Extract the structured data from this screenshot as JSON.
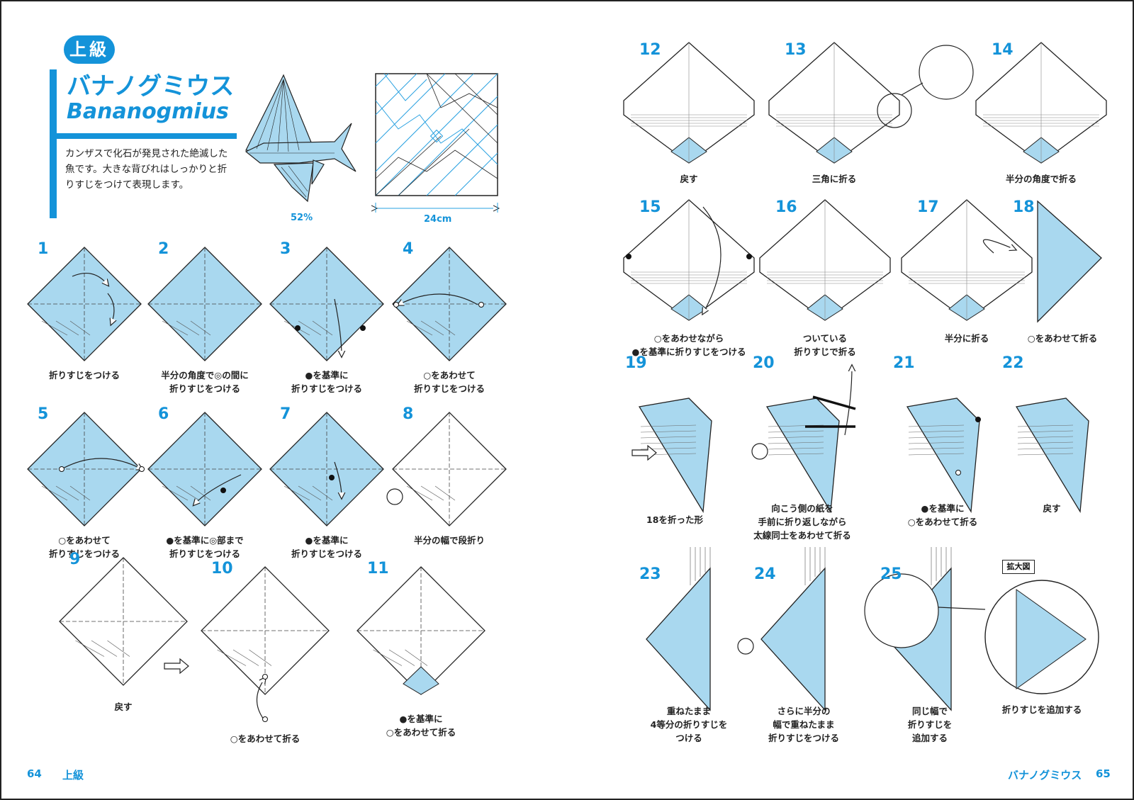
{
  "header": {
    "level_badge": "上級",
    "title_jp": "バナノグミウス",
    "title_en": "Bananogmius",
    "description": "カンザスで化石が発見された絶滅した魚です。大きな背びれはしっかりと折りすじをつけて表現します。",
    "scale_label": "52%",
    "size_label": "24cm"
  },
  "left_steps": [
    {
      "number": "1",
      "caption": [
        "折りすじをつける"
      ]
    },
    {
      "number": "2",
      "caption": [
        "半分の角度で◎の間に",
        "折りすじをつける"
      ]
    },
    {
      "number": "3",
      "caption": [
        "●を基準に",
        "折りすじをつける"
      ]
    },
    {
      "number": "4",
      "caption": [
        "○をあわせて",
        "折りすじをつける"
      ]
    },
    {
      "number": "5",
      "caption": [
        "○をあわせて",
        "折りすじをつける"
      ]
    },
    {
      "number": "6",
      "caption": [
        "●を基準に◎部まで",
        "折りすじをつける"
      ]
    },
    {
      "number": "7",
      "caption": [
        "●を基準に",
        "折りすじをつける"
      ]
    },
    {
      "number": "8",
      "caption": [
        "半分の幅で段折り"
      ]
    },
    {
      "number": "9",
      "caption": [
        "戻す"
      ]
    },
    {
      "number": "10",
      "caption": [
        "○をあわせて折る"
      ]
    },
    {
      "number": "11",
      "caption": [
        "●を基準に",
        "○をあわせて折る"
      ]
    }
  ],
  "right_steps": [
    {
      "number": "12",
      "caption": [
        "戻す"
      ]
    },
    {
      "number": "13",
      "caption": [
        "三角に折る"
      ]
    },
    {
      "number": "14",
      "caption": [
        "半分の角度で折る"
      ]
    },
    {
      "number": "15",
      "caption": [
        "○をあわせながら",
        "●を基準に折りすじをつける"
      ]
    },
    {
      "number": "16",
      "caption": [
        "ついている",
        "折りすじで折る"
      ]
    },
    {
      "number": "17",
      "caption": [
        "半分に折る"
      ]
    },
    {
      "number": "18",
      "caption": [
        "○をあわせて折る"
      ]
    },
    {
      "number": "19",
      "caption": [
        "18を折った形"
      ]
    },
    {
      "number": "20",
      "caption": [
        "向こう側の紙を",
        "手前に折り返しながら",
        "太線同士をあわせて折る"
      ]
    },
    {
      "number": "21",
      "caption": [
        "●を基準に",
        "○をあわせて折る"
      ]
    },
    {
      "number": "22",
      "caption": [
        "戻す"
      ]
    },
    {
      "number": "23",
      "caption": [
        "重ねたまま",
        "4等分の折りすじを",
        "つける"
      ]
    },
    {
      "number": "24",
      "caption": [
        "さらに半分の",
        "幅で重ねたまま",
        "折りすじをつける"
      ]
    },
    {
      "number": "25",
      "caption": [
        "同じ幅で",
        "折りすじを",
        "追加する"
      ]
    }
  ],
  "zoom": {
    "label": "拡大図",
    "caption": [
      "折りすじを追加する"
    ]
  },
  "footer": {
    "left_page": "64",
    "left_label": "上級",
    "right_label": "バナノグミウス",
    "right_page": "65"
  },
  "colors": {
    "accent": "#1493d9",
    "paper": "#a9d8ef",
    "line": "#222222"
  }
}
